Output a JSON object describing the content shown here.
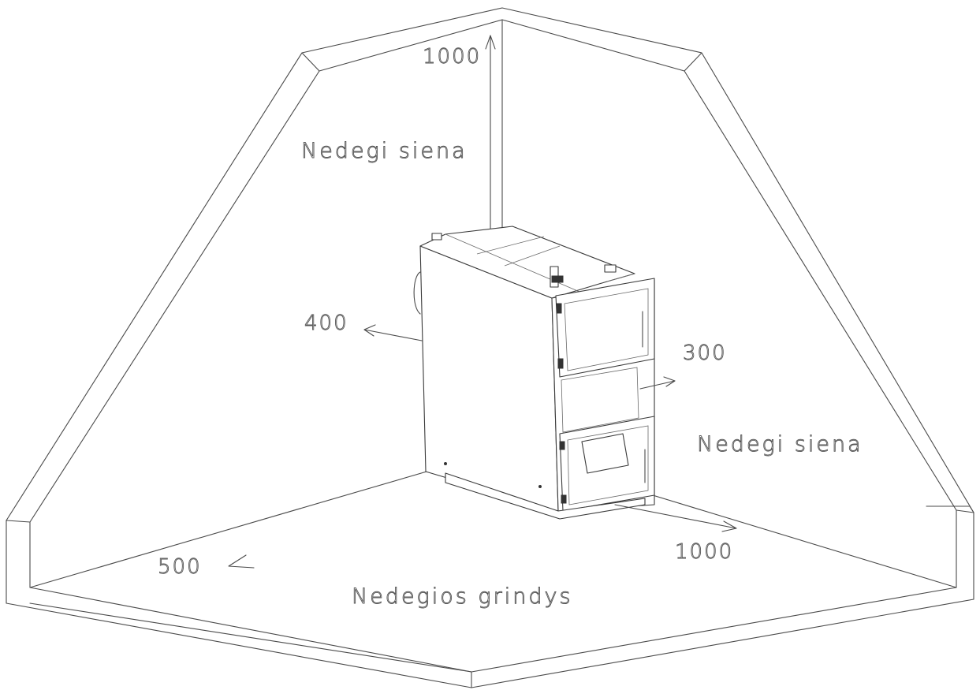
{
  "labels": {
    "top_clearance": "1000",
    "rear_wall": "Nedegi siena",
    "left_clearance": "400",
    "right_clearance": "300",
    "side_wall": "Nedegi siena",
    "front_clearance": "1000",
    "back_left_clearance": "500",
    "floor": "Nedegios grindys"
  }
}
